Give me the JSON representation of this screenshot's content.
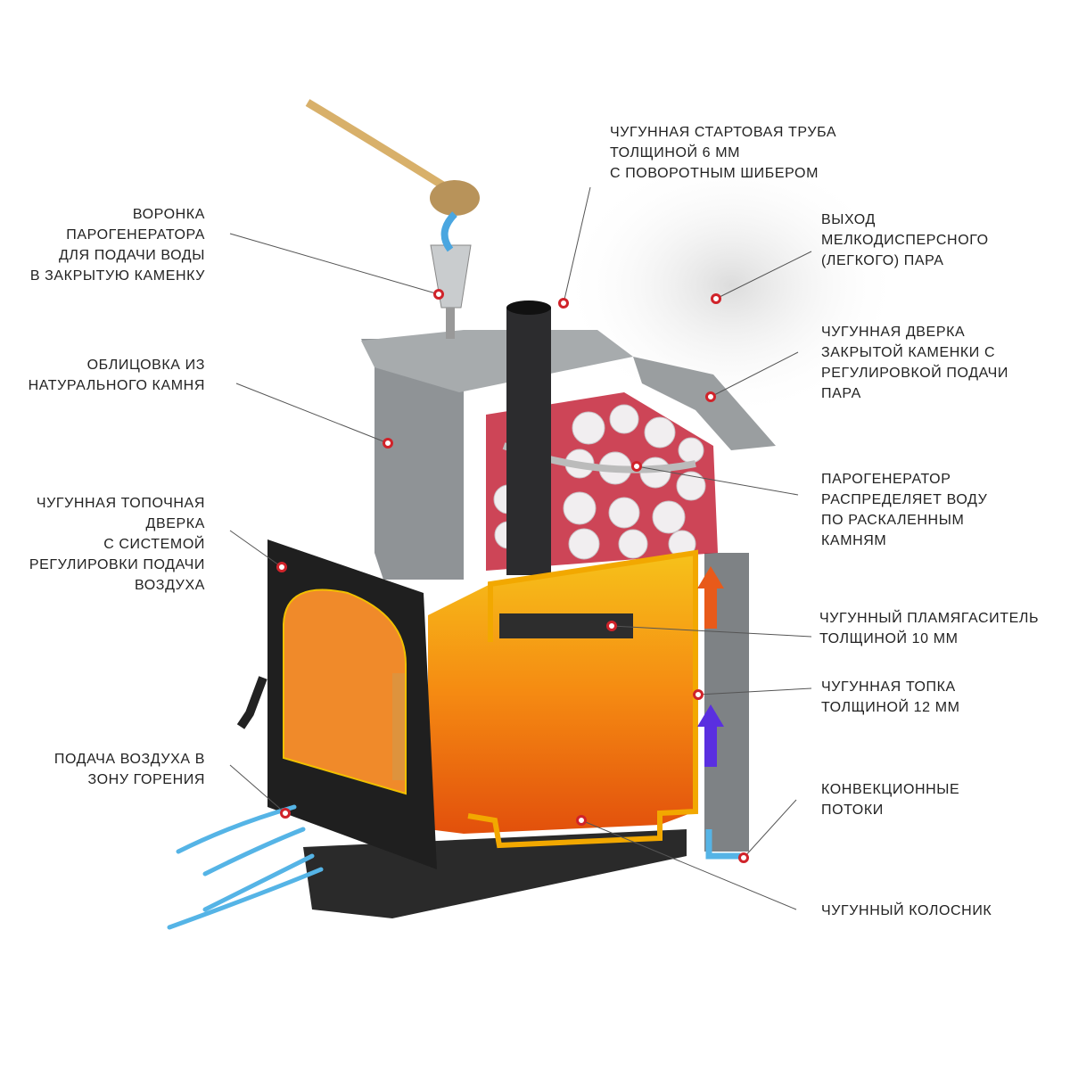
{
  "labels": {
    "funnel": [
      "ВОРОНКА",
      "ПАРОГЕНЕРАТОРА",
      "ДЛЯ ПОДАЧИ ВОДЫ",
      "В ЗАКРЫТУЮ КАМЕНКУ"
    ],
    "cladding": [
      "ОБЛИЦОВКА ИЗ",
      "НАТУРАЛЬНОГО КАМНЯ"
    ],
    "fire_door": [
      "ЧУГУННАЯ ТОПОЧНАЯ",
      "ДВЕРКА",
      "С СИСТЕМОЙ",
      "РЕГУЛИРОВКИ ПОДАЧИ",
      "ВОЗДУХА"
    ],
    "air_supply": [
      "ПОДАЧА ВОЗДУХА В",
      "ЗОНУ ГОРЕНИЯ"
    ],
    "start_pipe": [
      "ЧУГУННАЯ СТАРТОВАЯ ТРУБА",
      "ТОЛЩИНОЙ 6 ММ",
      "С ПОВОРОТНЫМ ШИБЕРОМ"
    ],
    "steam_out": [
      "ВЫХОД",
      "МЕЛКОДИСПЕРСНОГО",
      "(ЛЕГКОГО) ПАРА"
    ],
    "heater_door": [
      "ЧУГУННАЯ ДВЕРКА",
      "ЗАКРЫТОЙ КАМЕНКИ С",
      "РЕГУЛИРОВКОЙ ПОДАЧИ",
      "ПАРА"
    ],
    "steam_generator": [
      "ПАРОГЕНЕРАТОР",
      "РАСПРЕДЕЛЯЕТ ВОДУ",
      "ПО РАСКАЛЕННЫМ",
      "КАМНЯМ"
    ],
    "flame_damper": [
      "ЧУГУННЫЙ ПЛАМЯГАСИТЕЛЬ",
      "ТОЛЩИНОЙ 10 ММ"
    ],
    "firebox": [
      "ЧУГУННАЯ ТОПКА",
      "ТОЛЩИНОЙ 12 ММ"
    ],
    "convection": [
      "КОНВЕКЦИОННЫЕ",
      "ПОТОКИ"
    ],
    "grate": [
      "ЧУГУННЫЙ КОЛОСНИК"
    ]
  },
  "colors": {
    "marker": "#d0232a",
    "leader": "#555555",
    "text": "#222222",
    "fire": "#f7a21b",
    "frame": "#f2a800",
    "stone": "#8f9396"
  }
}
